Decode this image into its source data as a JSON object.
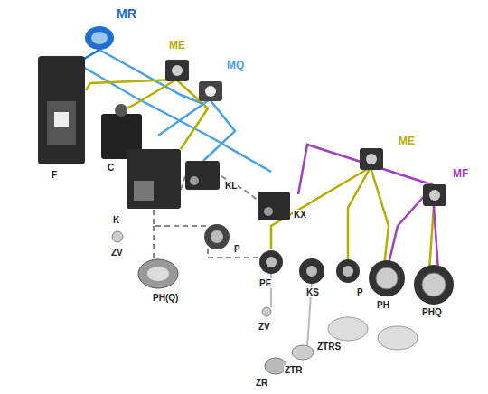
{
  "diagram": {
    "labels": [
      "MR",
      "ME",
      "MQ",
      "F",
      "C",
      "K",
      "ZV",
      "KL",
      "P",
      "PH(Q)",
      "KX",
      "ME",
      "MF",
      "PE",
      "KS",
      "ZV",
      "P",
      "PH",
      "PHQ",
      "ZTRS",
      "ZTR",
      "ZR"
    ]
  }
}
